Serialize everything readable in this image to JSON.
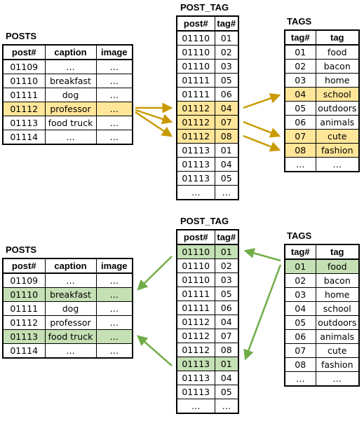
{
  "colors": {
    "highlight_gold": "#ffe699",
    "arrow_gold": "#c99a00",
    "highlight_green": "#c5e0b4",
    "arrow_green": "#70ad47"
  },
  "top": {
    "posts": {
      "title": "POSTS",
      "headers": [
        "post#",
        "caption",
        "image"
      ],
      "rows": [
        [
          "01109",
          "…",
          "…"
        ],
        [
          "01110",
          "breakfast",
          "…"
        ],
        [
          "01111",
          "dog",
          "…"
        ],
        [
          "01112",
          "professor",
          "…"
        ],
        [
          "01113",
          "food truck",
          "…"
        ],
        [
          "01114",
          "…",
          "…"
        ]
      ],
      "highlight_rows": [
        3
      ]
    },
    "post_tag": {
      "title": "POST_TAG",
      "headers": [
        "post#",
        "tag#"
      ],
      "rows": [
        [
          "01110",
          "01"
        ],
        [
          "01110",
          "02"
        ],
        [
          "01110",
          "03"
        ],
        [
          "01111",
          "05"
        ],
        [
          "01111",
          "06"
        ],
        [
          "01112",
          "04"
        ],
        [
          "01112",
          "07"
        ],
        [
          "01112",
          "08"
        ],
        [
          "01113",
          "01"
        ],
        [
          "01113",
          "04"
        ],
        [
          "01113",
          "05"
        ],
        [
          "…",
          "…"
        ]
      ],
      "highlight_rows": [
        5,
        6,
        7
      ]
    },
    "tags": {
      "title": "TAGS",
      "headers": [
        "tag#",
        "tag"
      ],
      "rows": [
        [
          "01",
          "food"
        ],
        [
          "02",
          "bacon"
        ],
        [
          "03",
          "home"
        ],
        [
          "04",
          "school"
        ],
        [
          "05",
          "outdoors"
        ],
        [
          "06",
          "animals"
        ],
        [
          "07",
          "cute"
        ],
        [
          "08",
          "fashion"
        ],
        [
          "…",
          "…"
        ]
      ],
      "highlight_rows": [
        3,
        6,
        7
      ]
    }
  },
  "bottom": {
    "posts": {
      "title": "POSTS",
      "headers": [
        "post#",
        "caption",
        "image"
      ],
      "rows": [
        [
          "01109",
          "…",
          "…"
        ],
        [
          "01110",
          "breakfast",
          "…"
        ],
        [
          "01111",
          "dog",
          "…"
        ],
        [
          "01112",
          "professor",
          "…"
        ],
        [
          "01113",
          "food truck",
          "…"
        ],
        [
          "01114",
          "…",
          "…"
        ]
      ],
      "highlight_rows": [
        1,
        4
      ]
    },
    "post_tag": {
      "title": "POST_TAG",
      "headers": [
        "post#",
        "tag#"
      ],
      "rows": [
        [
          "01110",
          "01"
        ],
        [
          "01110",
          "02"
        ],
        [
          "01110",
          "03"
        ],
        [
          "01111",
          "05"
        ],
        [
          "01111",
          "06"
        ],
        [
          "01112",
          "04"
        ],
        [
          "01112",
          "07"
        ],
        [
          "01112",
          "08"
        ],
        [
          "01113",
          "01"
        ],
        [
          "01113",
          "04"
        ],
        [
          "01113",
          "05"
        ],
        [
          "…",
          "…"
        ]
      ],
      "highlight_rows": [
        0,
        8
      ]
    },
    "tags": {
      "title": "TAGS",
      "headers": [
        "tag#",
        "tag"
      ],
      "rows": [
        [
          "01",
          "food"
        ],
        [
          "02",
          "bacon"
        ],
        [
          "03",
          "home"
        ],
        [
          "04",
          "school"
        ],
        [
          "05",
          "outdoors"
        ],
        [
          "06",
          "animals"
        ],
        [
          "07",
          "cute"
        ],
        [
          "08",
          "fashion"
        ],
        [
          "…",
          "…"
        ]
      ],
      "highlight_rows": [
        0
      ]
    }
  }
}
